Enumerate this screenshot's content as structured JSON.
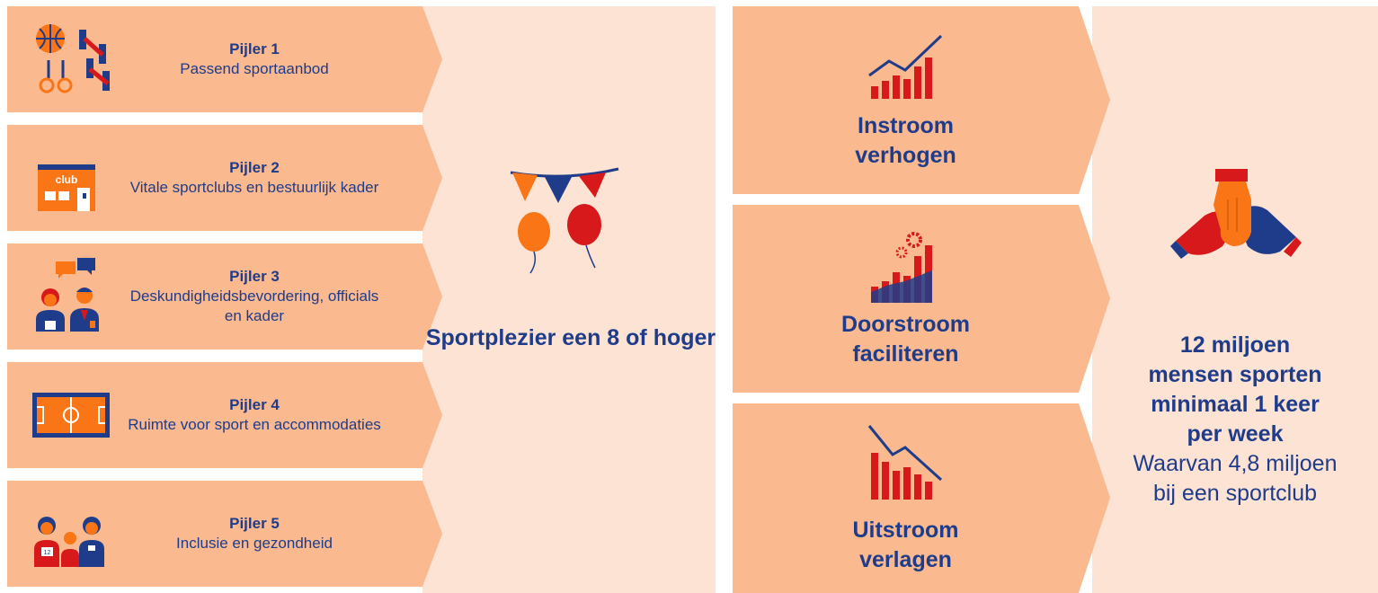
{
  "pillars": [
    {
      "title": "Pijler 1",
      "text": "Passend sportaanbod",
      "icon": "sports-equipment-icon"
    },
    {
      "title": "Pijler 2",
      "text": "Vitale sportclubs en bestuurlijk kader",
      "icon": "clubhouse-icon",
      "icon_text": "club"
    },
    {
      "title": "Pijler 3",
      "text": "Deskundigheidsbevordering, officials en kader",
      "icon": "officials-icon"
    },
    {
      "title": "Pijler 4",
      "text": "Ruimte voor sport en accommodaties",
      "icon": "sports-field-icon"
    },
    {
      "title": "Pijler 5",
      "text": "Inclusie en gezondheid",
      "icon": "inclusion-icon",
      "icon_text": "12"
    }
  ],
  "center": {
    "label": "Sportplezier een 8 of hoger",
    "icon": "party-bunting-balloons-icon"
  },
  "stages": [
    {
      "label": "Instroom verhogen",
      "icon": "growth-chart-icon"
    },
    {
      "label": "Doorstroom faciliteren",
      "icon": "gear-chart-icon"
    },
    {
      "label": "Uitstroom verlagen",
      "icon": "decline-chart-icon"
    }
  ],
  "goal": {
    "headline": "12 miljoen mensen sporten minimaal 1 keer per week",
    "subline": "Waarvan 4,8 miljoen bij een sportclub",
    "icon": "handshake-icon"
  },
  "colors": {
    "panel_dark": "#fab98f",
    "panel_light": "#fde3d3",
    "text_blue": "#1f3c8a",
    "accent_orange": "#f97515",
    "accent_red": "#d7191c"
  }
}
